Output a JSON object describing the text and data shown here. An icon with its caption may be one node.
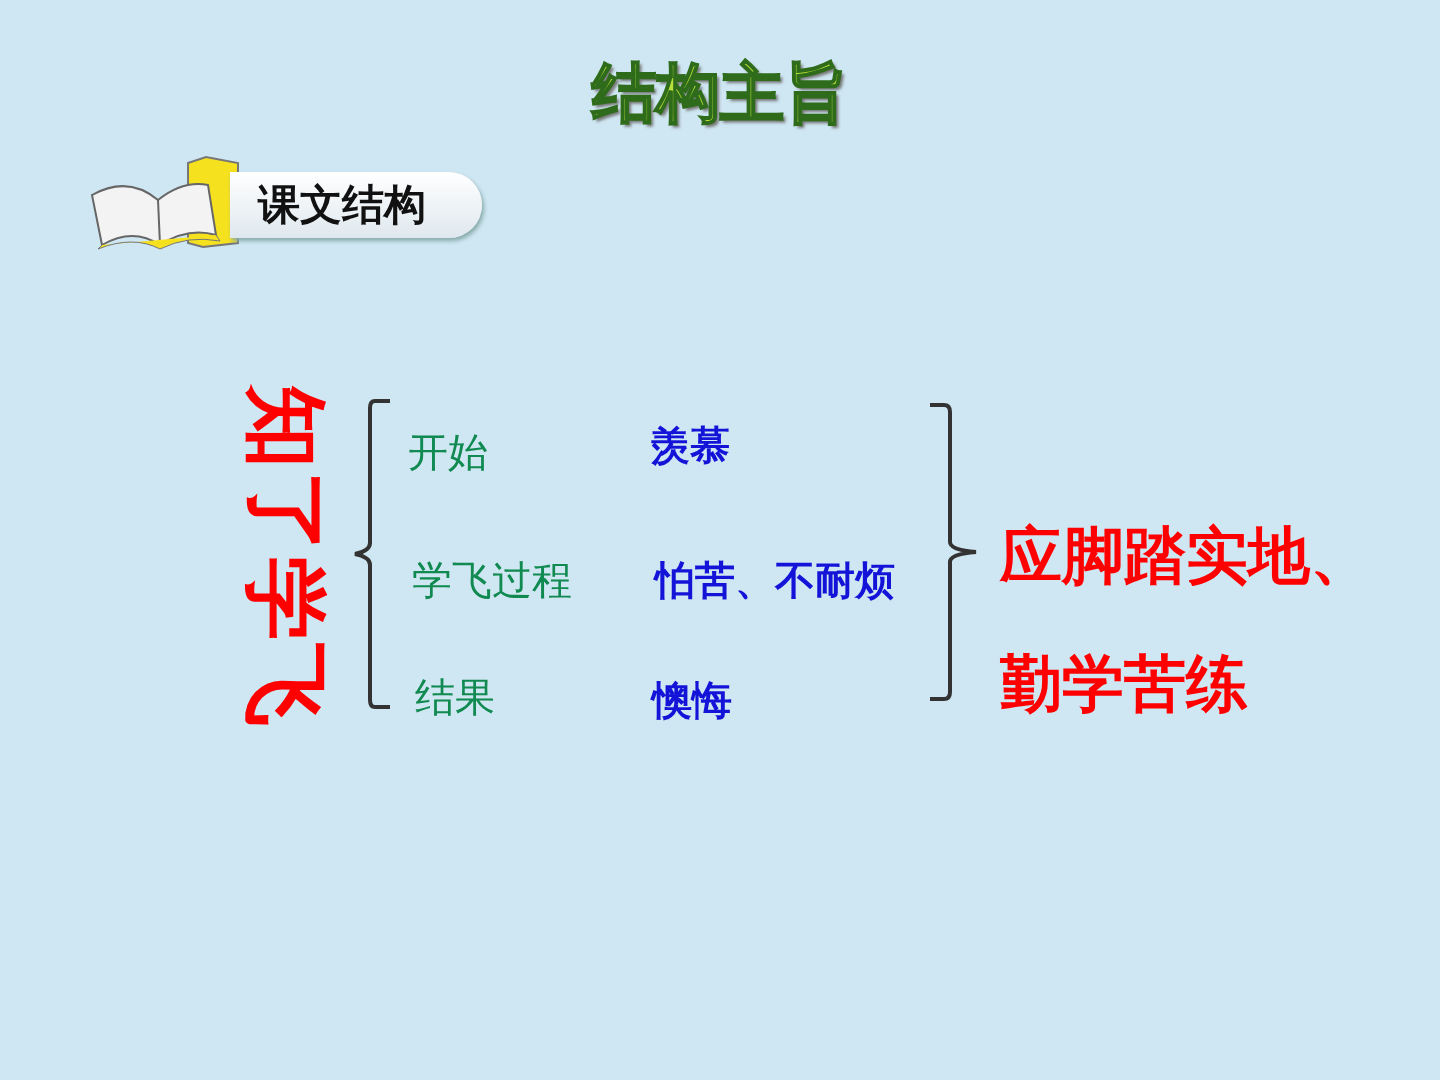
{
  "diagram": {
    "title": "结构主旨",
    "nodes": [
      {
        "text": [
          "课文结构"
        ]
      }
    ],
    "labels": [
      "知了学飞",
      "开始",
      "羡慕",
      "学飞过程",
      "怕苦、不耐烦",
      "结果",
      "懊悔",
      "应脚踏实地、勤学苦练"
    ]
  }
}
